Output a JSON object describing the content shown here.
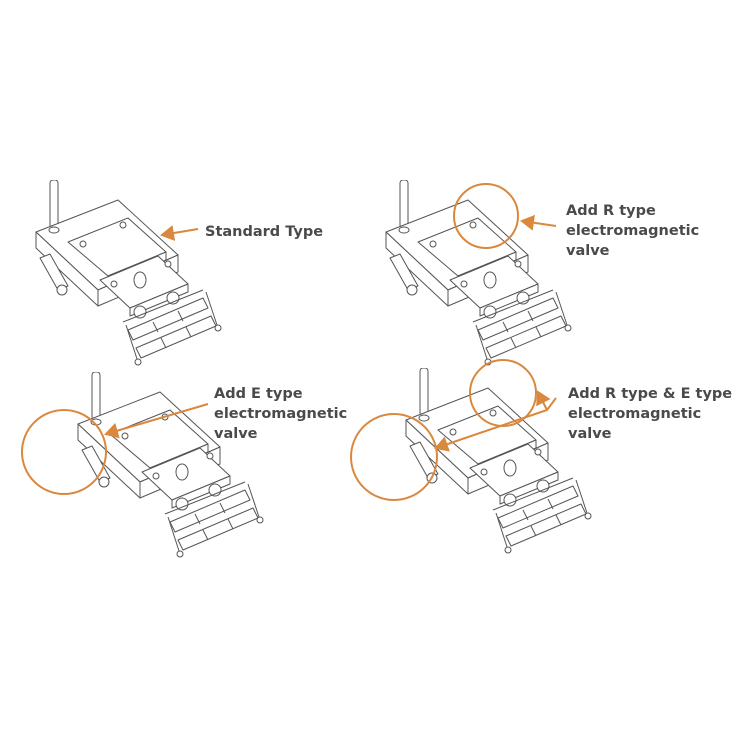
{
  "panels": [
    {
      "id": "standard",
      "label_lines": [
        "Standard Type"
      ]
    },
    {
      "id": "r-type",
      "label_lines": [
        "Add R type",
        "electromagnetic",
        "valve"
      ]
    },
    {
      "id": "e-type",
      "label_lines": [
        "Add E type",
        "electromagnetic",
        "valve"
      ]
    },
    {
      "id": "r-and-e-type",
      "label_lines": [
        "Add R type & E type",
        "electromagnetic",
        "valve"
      ]
    }
  ],
  "colors": {
    "accent": "#d9883e",
    "text": "#4a4a4a",
    "line": "#555555"
  }
}
